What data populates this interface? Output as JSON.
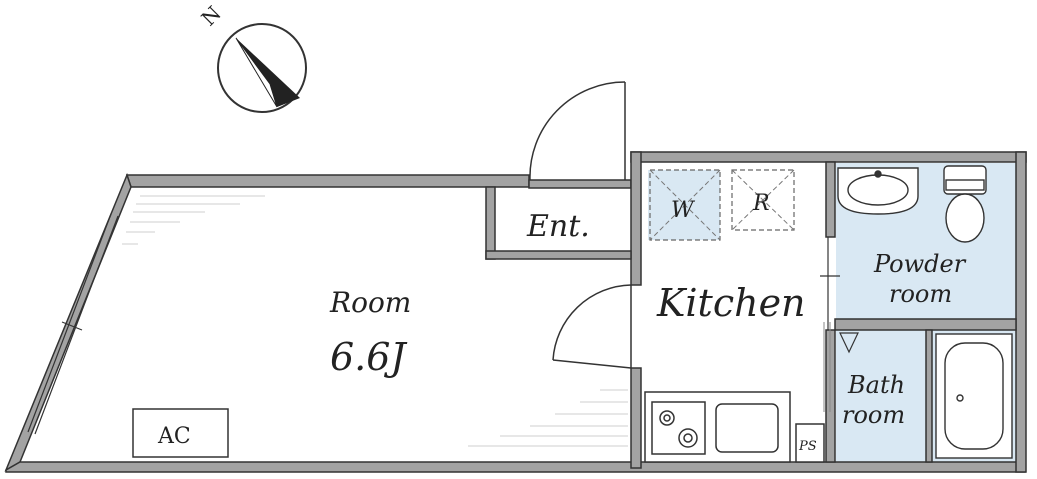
{
  "compass": {
    "label": "N"
  },
  "rooms": {
    "room": {
      "name": "Room",
      "size": "6.6J"
    },
    "entrance": {
      "name": "Ent."
    },
    "kitchen": {
      "name": "Kitchen"
    },
    "powder": {
      "line1": "Powder",
      "line2": "room"
    },
    "bath": {
      "line1": "Bath",
      "line2": "room"
    }
  },
  "fixtures": {
    "ac": "AC",
    "washer": "W",
    "fridge": "R",
    "ps": "PS"
  },
  "colors": {
    "wall": "#a3a3a3",
    "wet_area": "#d9e8f3",
    "line": "#333333"
  }
}
